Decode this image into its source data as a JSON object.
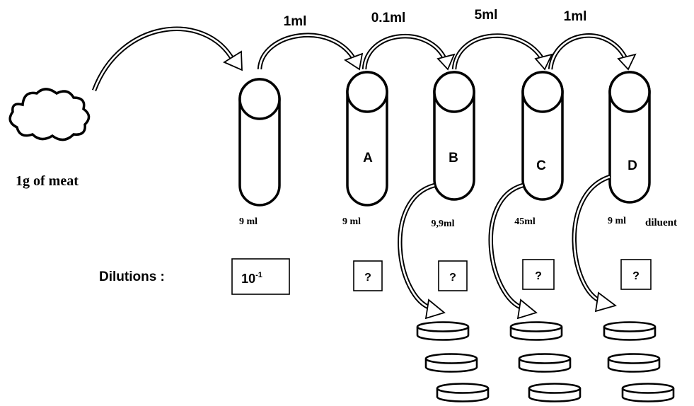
{
  "sample": {
    "label": "1g of meat"
  },
  "transfers": [
    "1ml",
    "0.1ml",
    "5ml",
    "1ml"
  ],
  "tubes": [
    {
      "letter": "",
      "volume": "9 ml"
    },
    {
      "letter": "A",
      "volume": "9 ml"
    },
    {
      "letter": "B",
      "volume": "9,9ml"
    },
    {
      "letter": "C",
      "volume": "45ml"
    },
    {
      "letter": "D",
      "volume": "9 ml"
    }
  ],
  "diluent_label": "diluent",
  "dilutions": {
    "label": "Dilutions :",
    "first_base": "10",
    "first_exponent": "-1",
    "unknown": [
      "?",
      "?",
      "?",
      "?"
    ]
  }
}
